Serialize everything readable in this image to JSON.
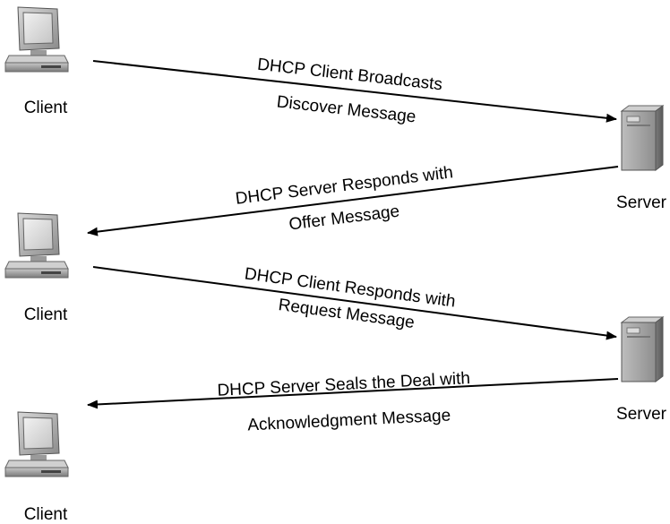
{
  "nodes": {
    "client_1": {
      "label": "Client"
    },
    "client_2": {
      "label": "Client"
    },
    "client_3": {
      "label": "Client"
    },
    "server_1": {
      "label": "Server"
    },
    "server_2": {
      "label": "Server"
    }
  },
  "messages": [
    {
      "line1": "DHCP Client Broadcasts",
      "line2": "Discover Message"
    },
    {
      "line1": "DHCP Server Responds with",
      "line2": "Offer Message"
    },
    {
      "line1": "DHCP Client Responds with",
      "line2": "Request Message"
    },
    {
      "line1": "DHCP Server Seals the Deal with",
      "line2": "Acknowledgment Message"
    }
  ]
}
